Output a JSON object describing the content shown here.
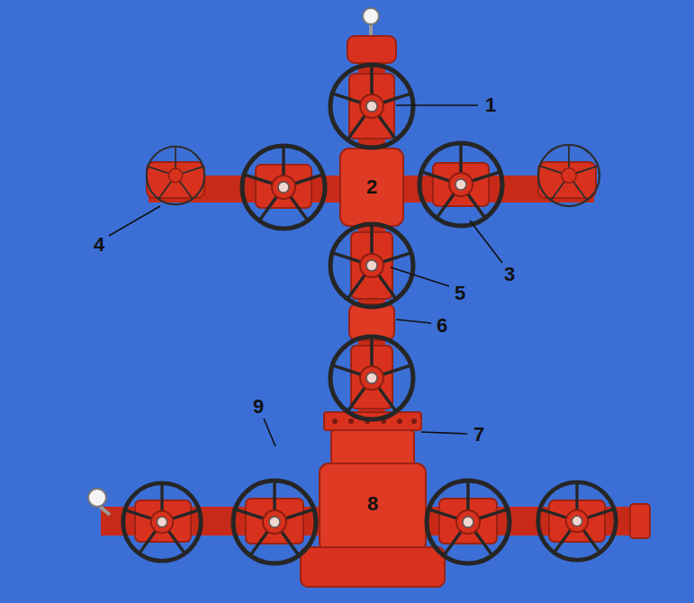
{
  "diagram": {
    "labels": [
      "1",
      "2",
      "4",
      "3",
      "5",
      "6",
      "9",
      "7",
      "8"
    ]
  }
}
